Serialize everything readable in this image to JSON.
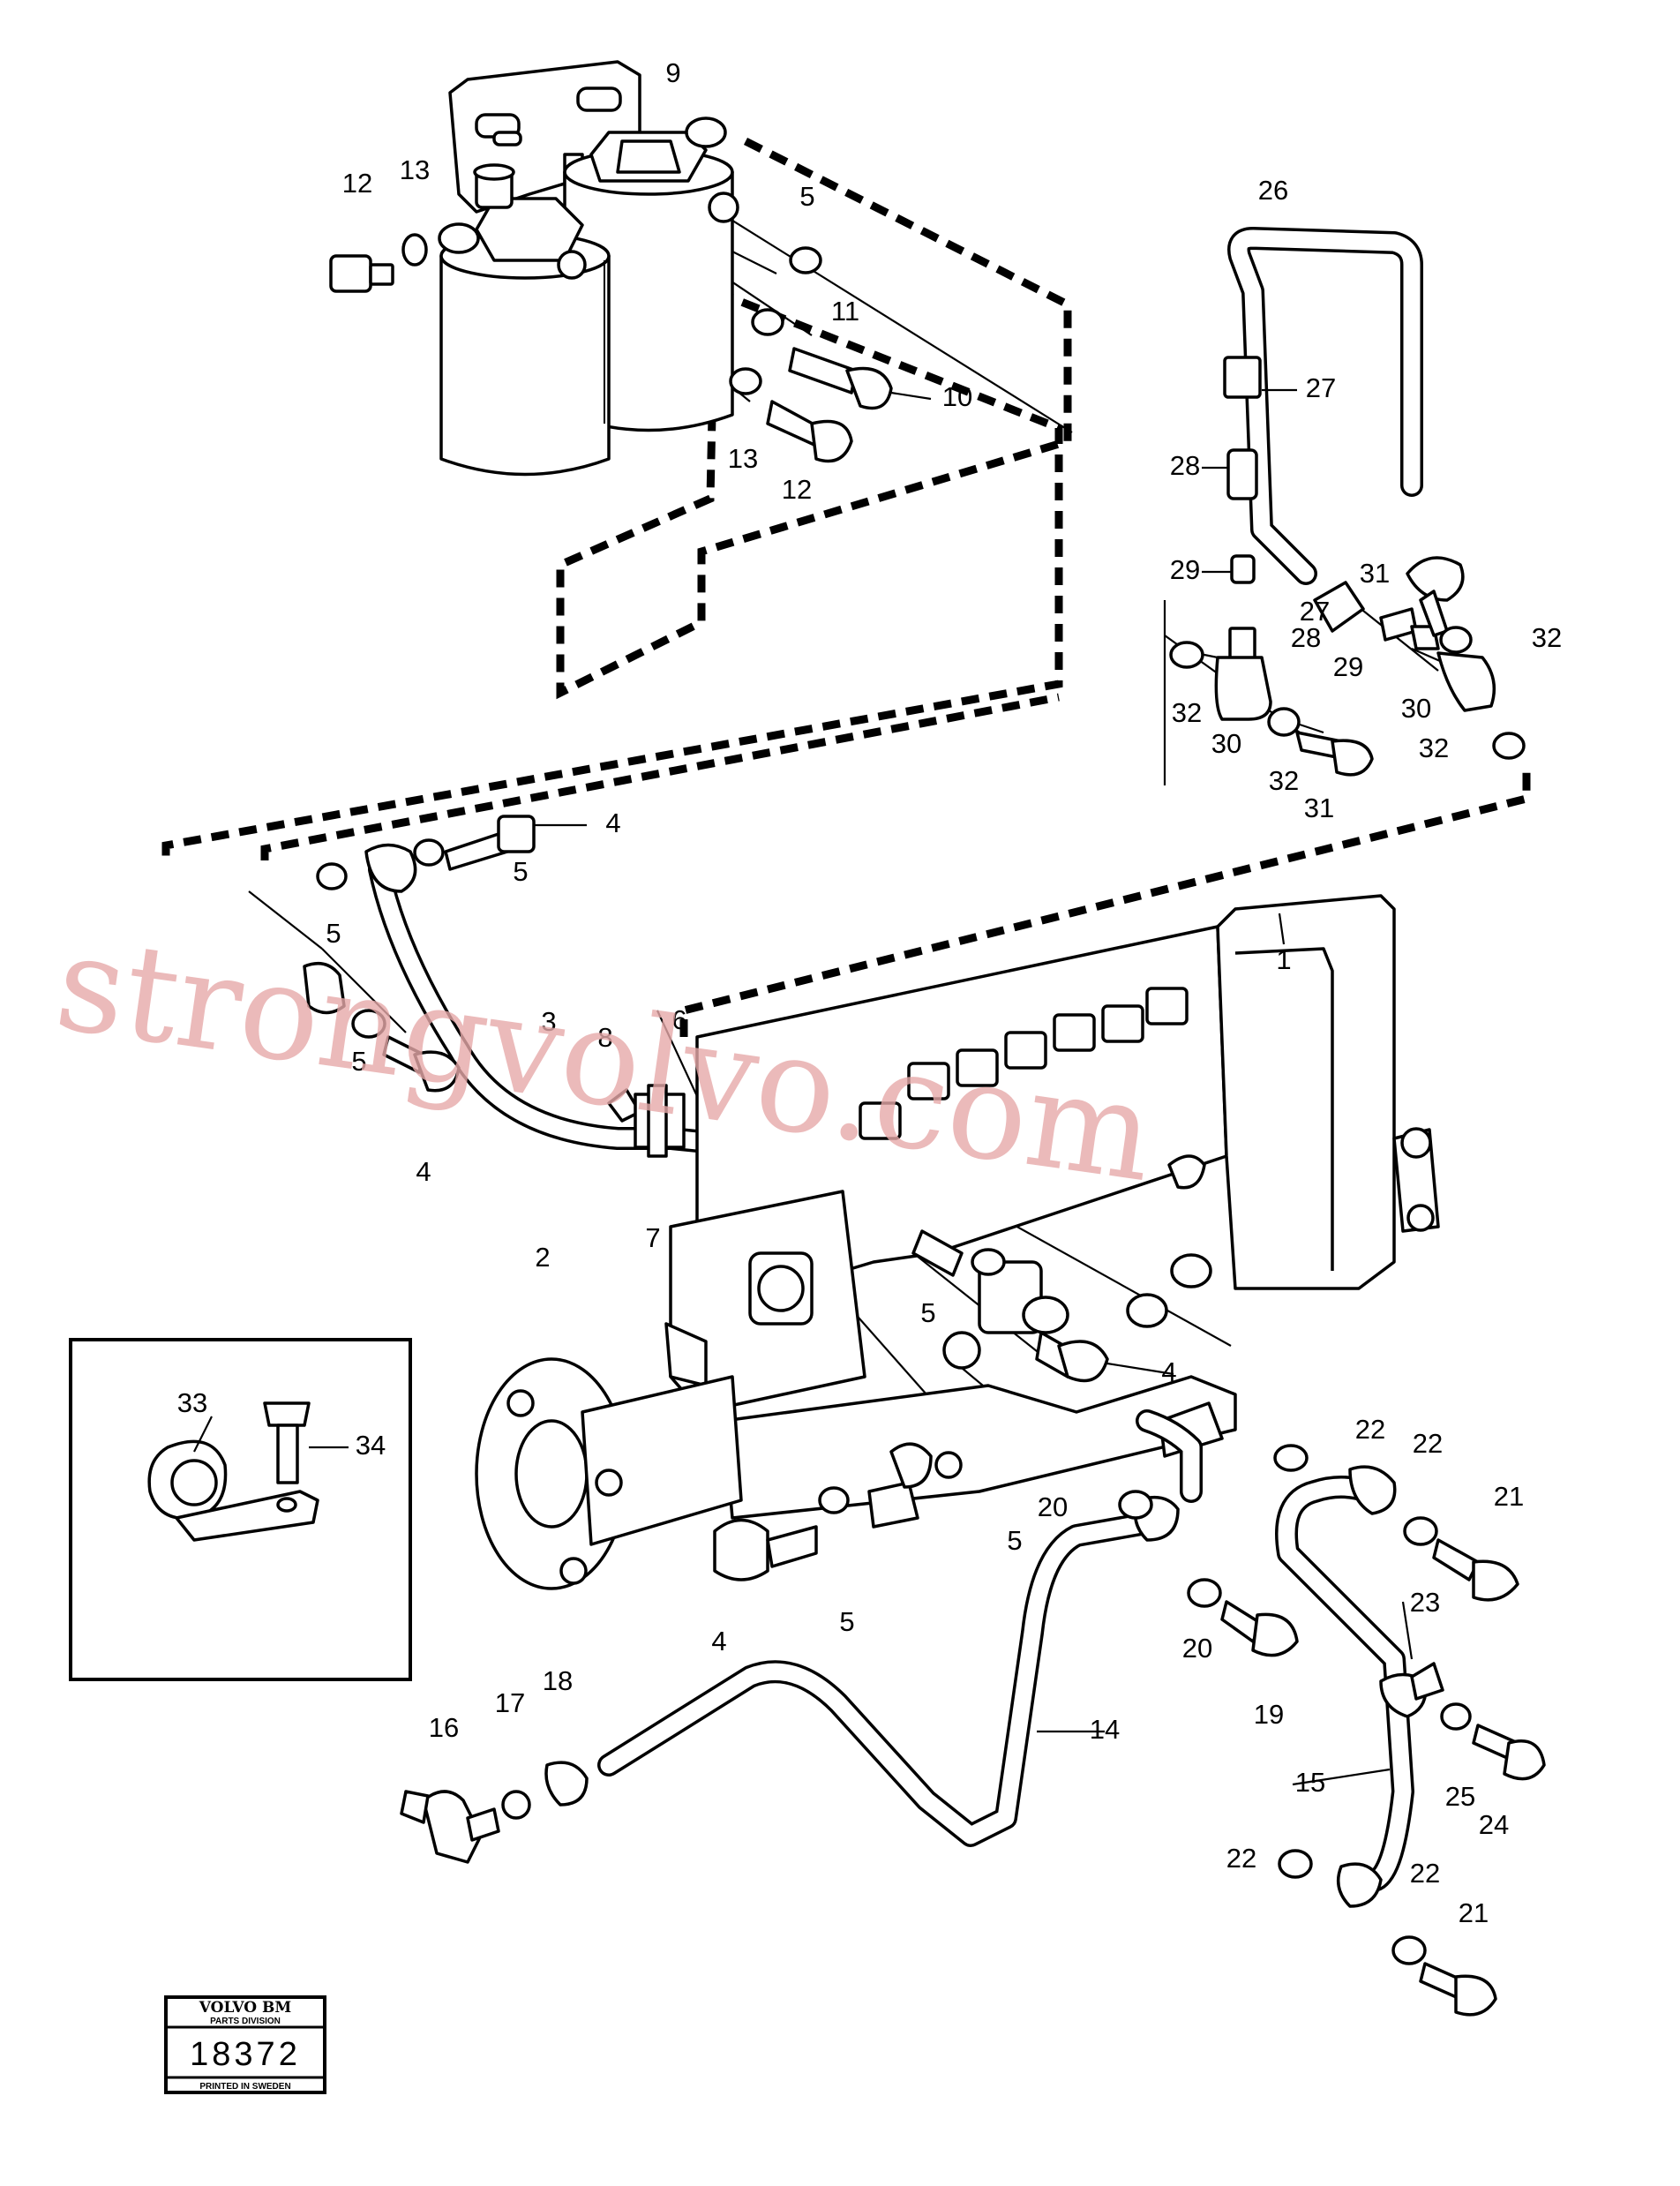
{
  "diagram": {
    "callouts": [
      "1",
      "2",
      "3",
      "4",
      "4",
      "4",
      "4",
      "5",
      "5",
      "5",
      "5",
      "5",
      "5",
      "5",
      "6",
      "7",
      "8",
      "9",
      "10",
      "11",
      "12",
      "12",
      "13",
      "13",
      "14",
      "15",
      "16",
      "17",
      "18",
      "19",
      "20",
      "20",
      "21",
      "21",
      "22",
      "22",
      "22",
      "22",
      "23",
      "24",
      "25",
      "26",
      "27",
      "27",
      "28",
      "28",
      "29",
      "29",
      "30",
      "30",
      "31",
      "31",
      "32",
      "32",
      "32",
      "32",
      "33",
      "34"
    ],
    "watermark": "strongvolvo.com"
  },
  "stamp": {
    "brand": "VOLVO BM",
    "division": "PARTS DIVISION",
    "number": "18372",
    "printed": "PRINTED IN SWEDEN"
  }
}
